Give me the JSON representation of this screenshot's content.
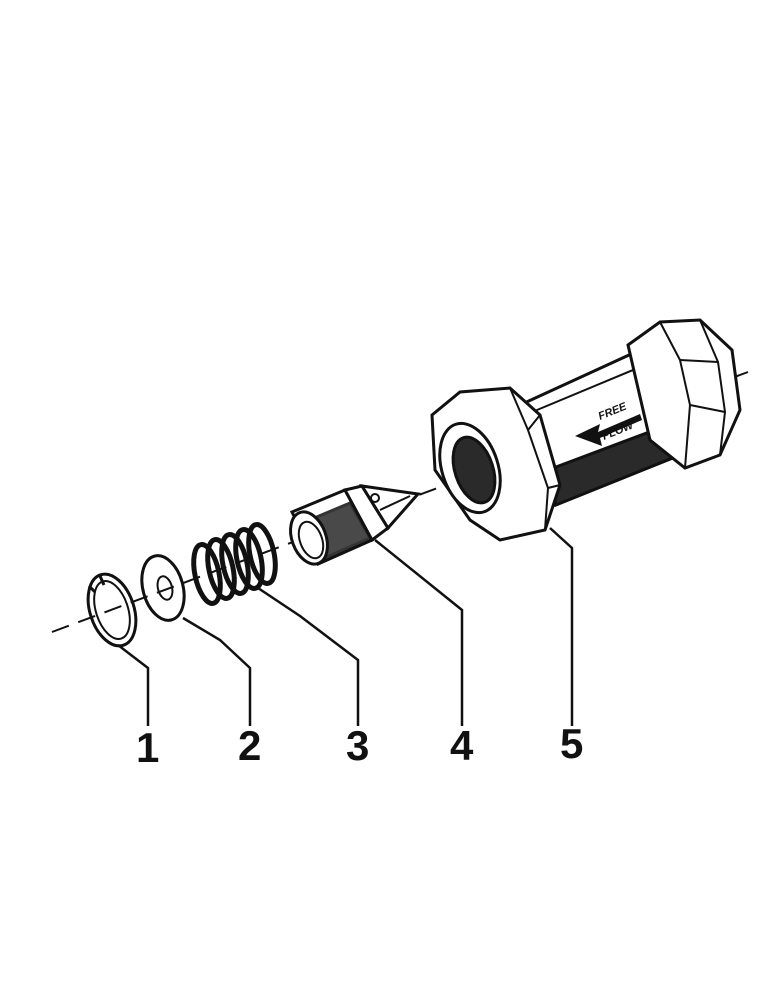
{
  "diagram": {
    "callouts": [
      "1",
      "2",
      "3",
      "4",
      "5"
    ],
    "flow_label_line1": "FREE",
    "flow_label_line2": "FLOW"
  },
  "colors": {
    "ink": "#111111",
    "paper": "#ffffff",
    "shade": "#2a2a2a"
  }
}
